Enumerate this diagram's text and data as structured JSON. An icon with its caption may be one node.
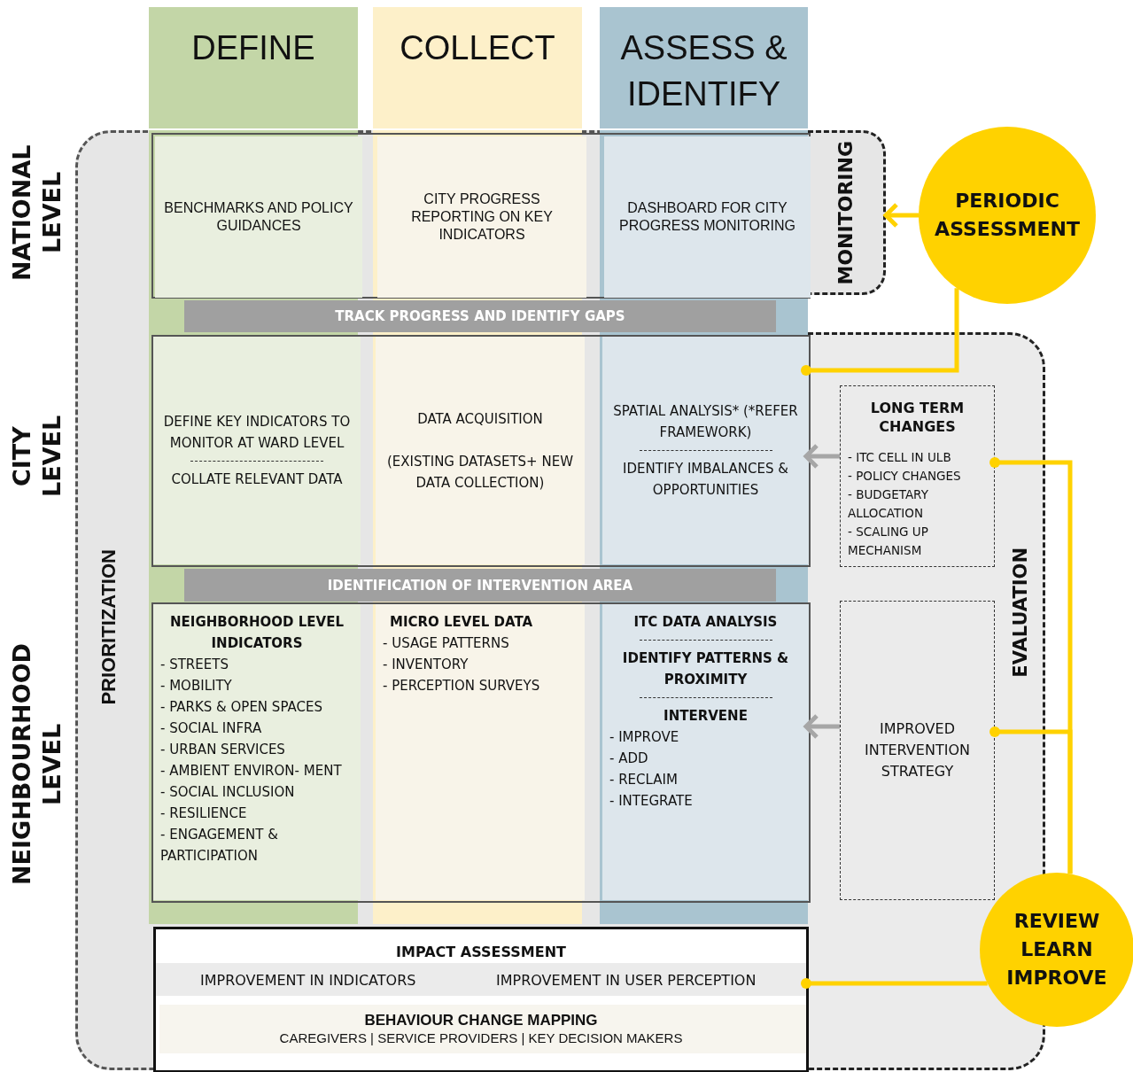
{
  "diagram": {
    "nodes": [
      {
        "text": [
          "DEFINE"
        ]
      },
      {
        "text": [
          "COLLECT"
        ]
      },
      {
        "text": [
          "ASSESS & IDENTIFY"
        ]
      },
      {
        "text": [
          "PRIORITIZATION"
        ]
      },
      {
        "text": [],
        "shape": "box",
        "in": 3
      },
      {
        "text": [
          "BENCHMARKS AND POLICY GUIDANCES"
        ],
        "in": 4
      },
      {
        "text": [
          "CITY PROGRESS REPORTING ON KEY INDICATORS"
        ],
        "in": 4
      },
      {
        "text": [
          "DASHBOARD FOR CITY PROGRESS MONITORING"
        ],
        "in": 4
      },
      {
        "text": [
          "MONITORING"
        ]
      },
      {
        "text": [
          "PERIODIC ASSESSMENT"
        ]
      },
      {
        "text": [
          "TRACK PROGRESS AND IDENTIFY GAPS"
        ],
        "in": 3
      },
      {
        "text": [
          "DEFINE KEY INDICATORS TO MONITOR AT WARD LEVEL",
          "COLLATE RELEVANT DATA"
        ],
        "in": 3
      },
      {
        "text": [
          "DATA ACQUISITION",
          "(EXISTING DATASETS+ NEW DATA COLLECTION)"
        ],
        "in": 3
      },
      {
        "text": [
          "SPATIAL ANALYSIS* (*REFER FRAMEWORK)",
          "IDENTIFY IMBALANCES & OPPORTUNITIES"
        ],
        "in": 3
      },
      {
        "text": [
          "EVALUATION"
        ]
      },
      {
        "text": [
          "LONG TERM CHANGES",
          "- ITC CELL IN ULB",
          "- POLICY CHANGES",
          "- BUDGETARY ALLOCATION",
          "- SCALING UP MECHANISM"
        ],
        "in": 14
      },
      {
        "text": [
          "IDENTIFICATION OF INTERVENTION AREA"
        ],
        "in": 3
      },
      {
        "text": [
          "NEIGHBORHOOD LEVEL INDICATORS",
          "- STREETS",
          "- MOBILITY",
          "- PARKS & OPEN SPACES",
          "- SOCIAL INFRA",
          "- URBAN SERVICES",
          "- AMBIENT ENVIRON- MENT",
          "- SOCIAL INCLUSION",
          "- RESILIENCE",
          "- ENGAGEMENT & PARTICIPATION"
        ],
        "in": 3
      },
      {
        "text": [
          "MICRO LEVEL DATA",
          "- USAGE PATTERNS",
          "- INVENTORY",
          "- PERCEPTION SURVEYS"
        ],
        "in": 3
      },
      {
        "text": [
          "ITC DATA ANALYSIS",
          "IDENTIFY PATTERNS & PROXIMITY",
          "INTERVENE",
          "- IMPROVE",
          "- ADD",
          "- RECLAIM",
          "- INTEGRATE"
        ],
        "in": 3
      },
      {
        "text": [
          "IMPROVED INTERVENTION STRATEGY"
        ],
        "in": 14
      },
      {
        "text": [
          "IMPACT ASSESSMENT",
          "IMPROVEMENT IN INDICATORS",
          "IMPROVEMENT IN USER PERCEPTION",
          "BEHAVIOUR CHANGE MAPPING",
          "CAREGIVERS | SERVICE PROVIDERS | KEY DECISION MAKERS"
        ],
        "in": 3
      },
      {
        "text": [
          "REVIEW LEARN IMPROVE"
        ]
      }
    ],
    "edges": [
      {
        "from": 9,
        "to": 8,
        "arrow": "to"
      },
      {
        "from": 9,
        "to": 13,
        "arrow": "other"
      },
      {
        "from": 22,
        "to": 15,
        "arrow": "other"
      },
      {
        "from": 22,
        "to": 20,
        "arrow": "other"
      },
      {
        "from": 22,
        "to": 21,
        "arrow": "other"
      },
      {
        "from": 15,
        "to": 13,
        "arrow": "to",
        "color": "#a6a6a6"
      },
      {
        "from": 20,
        "to": 19,
        "arrow": "to",
        "color": "#a6a6a6"
      }
    ],
    "labels": [
      "NATIONAL LEVEL",
      "CITY LEVEL",
      "NEIGHBOURHOOD LEVEL"
    ]
  }
}
